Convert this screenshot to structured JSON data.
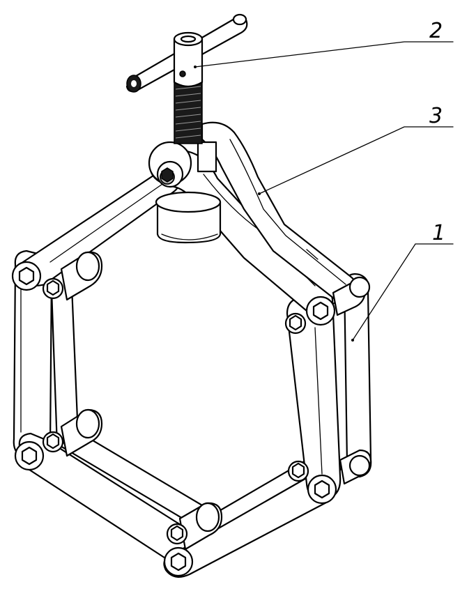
{
  "callouts": [
    {
      "number": "2"
    },
    {
      "number": "3"
    },
    {
      "number": "1"
    }
  ]
}
